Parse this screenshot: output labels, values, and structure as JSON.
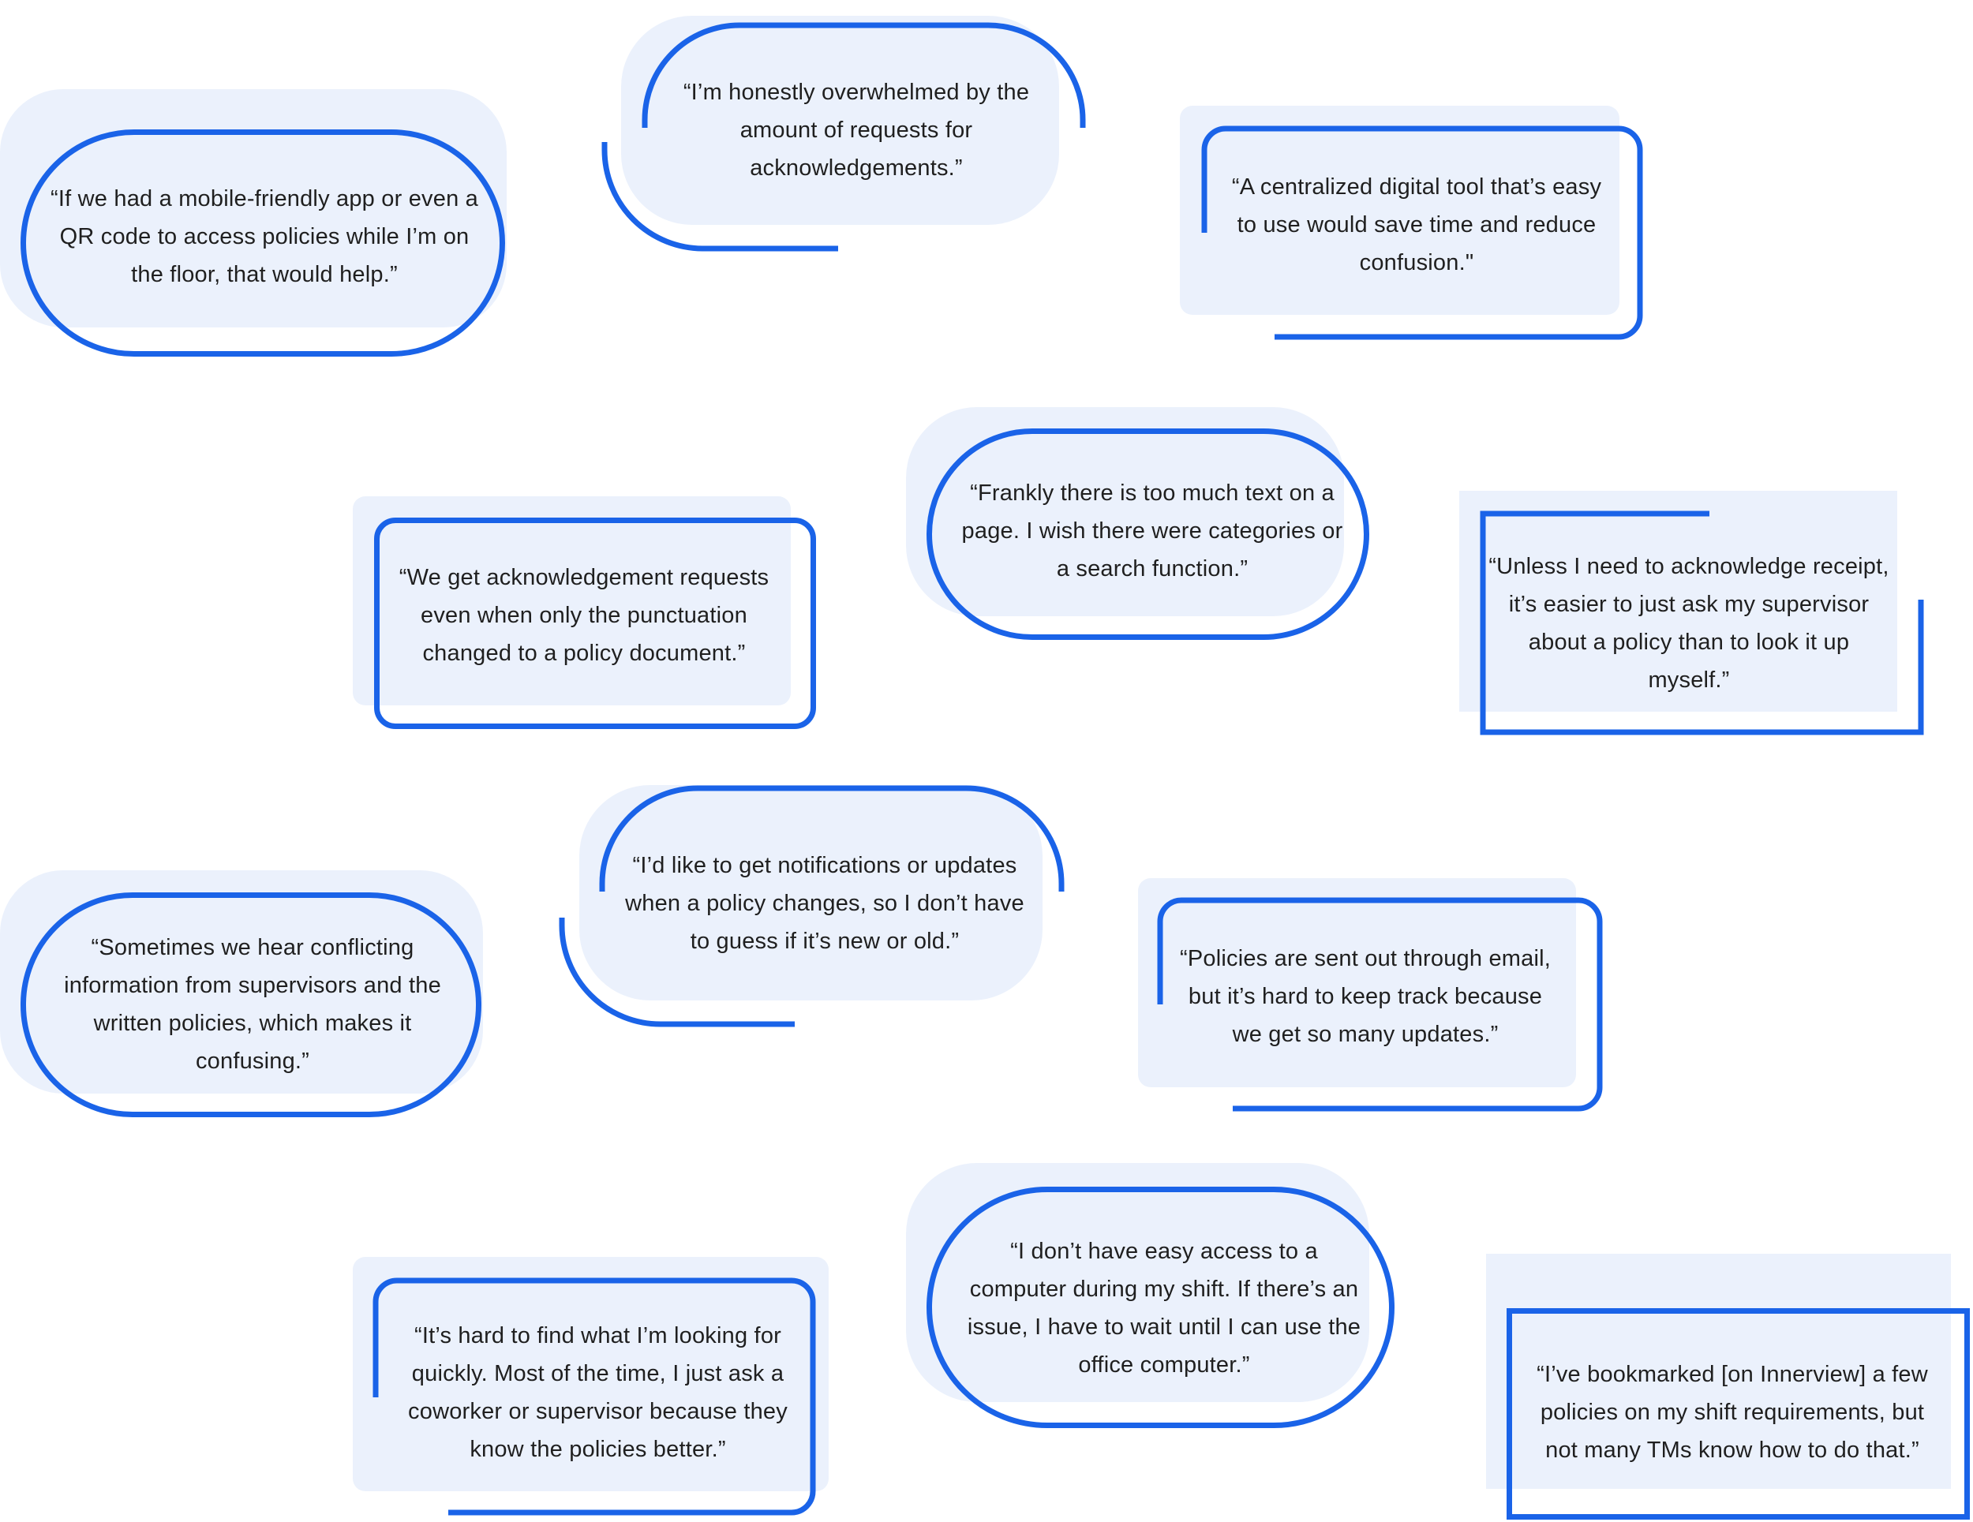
{
  "quotes": [
    "“If we had a mobile-friendly app or even a QR code to access policies while I’m on the floor, that would help.”",
    "“I’m honestly overwhelmed by the amount of requests for acknowledgements.”",
    "“A centralized digital tool that’s easy to use would save time and reduce confusion.\"",
    "“We get acknowledgement requests even when only the punctuation changed to a policy document.”",
    "“Frankly there is too much text on a page. I wish there were categories or a search function.”",
    "“Unless I need to acknowledge receipt, it’s easier to just ask my supervisor about a policy than to look it up myself.”",
    "“Sometimes we hear conflicting information from supervisors and the written policies, which makes it confusing.”",
    "“I’d like to get notifications or updates when a policy changes, so I don’t have to guess if it’s new or old.”",
    "“Policies are sent out through email, but it’s hard to keep track because we get so many updates.”",
    "“It’s hard to find what I’m looking for quickly. Most of the time, I just ask a coworker or supervisor because they know the policies better.”",
    "“I don’t have easy access to a computer during my shift. If there’s an issue, I have to wait until I can use the office computer.”",
    "“I’ve bookmarked [on Innerview] a few policies on my shift requirements, but not many TMs know how to do that.”"
  ],
  "colors": {
    "accent": "#1a63e8",
    "card_fill": "#ebf1fc",
    "text": "#1f1f1f"
  }
}
